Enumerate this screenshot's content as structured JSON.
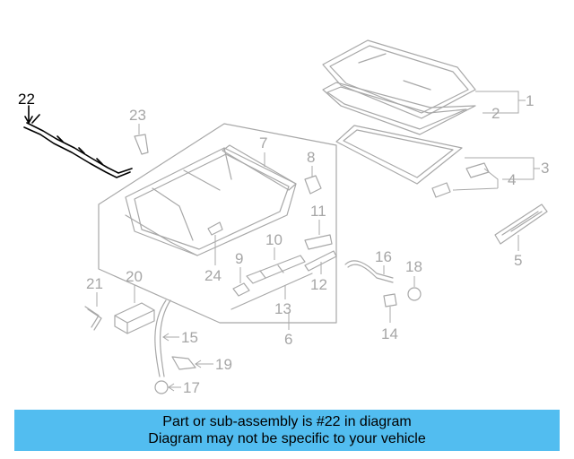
{
  "diagram": {
    "highlighted_part": "22",
    "labels": [
      "1",
      "2",
      "3",
      "4",
      "5",
      "6",
      "7",
      "8",
      "9",
      "10",
      "11",
      "12",
      "13",
      "14",
      "15",
      "16",
      "17",
      "18",
      "19",
      "20",
      "21",
      "22",
      "23",
      "24"
    ]
  },
  "banner": {
    "line1": "Part or sub-assembly is #22 in diagram",
    "line2": "Diagram may not be specific to your vehicle",
    "background": "#52bdf0"
  },
  "colors": {
    "highlight": "#000000",
    "parts": "#a8a8a8"
  }
}
